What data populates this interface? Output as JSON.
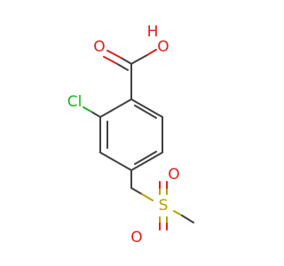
{
  "molecule": {
    "atoms": {
      "oxygen_hydroxyl": {
        "text": "O",
        "color": "#e0201b"
      },
      "hydrogen_hydroxyl": {
        "text": "H",
        "color": "#e0201b"
      },
      "chlorine": {
        "text": "Cl",
        "color": "#20b020"
      },
      "sulfur": {
        "text": "S",
        "color": "#b8a000"
      },
      "oxygen_sulfonyl_top": {
        "text": "O",
        "color": "#e0201b"
      },
      "oxygen_sulfonyl_bottom": {
        "text": "O",
        "color": "#e0201b"
      }
    },
    "bond_color": "#404040"
  }
}
